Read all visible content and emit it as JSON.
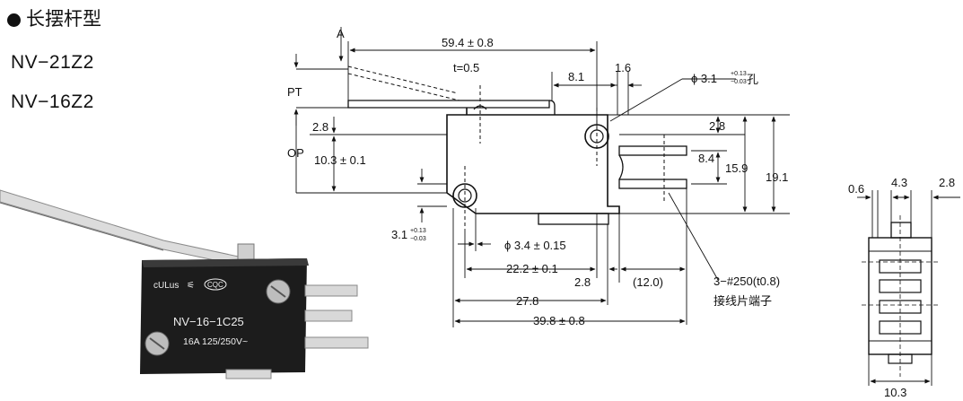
{
  "header": {
    "bullet_icon": "filled-circle-icon",
    "title": "长摆杆型",
    "models": [
      "NV−21Z2",
      "NV−16Z2"
    ]
  },
  "product": {
    "model_text": "NV−16−1C25",
    "rating_text": "16A 125/250V~",
    "cert_ul": "cULus",
    "cert_cqc": "CQC",
    "cert_mark": "CE-mark"
  },
  "dimensions": {
    "direction_label": "A",
    "overall_lever": "59.4 ± 0.8",
    "thickness": "t=0.5",
    "lever_off1": "8.1",
    "lever_off2": "1.6",
    "hole_dia": "ϕ 3.1",
    "hole_tol_upper": "+0.13",
    "hole_tol_lower": "−0.03",
    "hole_suffix": "孔",
    "pt_label": "PT",
    "op_label": "OP",
    "op_value": "10.3 ± 0.1",
    "top_offset_left": "2.8",
    "top_offset_right": "2.8",
    "terminal_spacing": "8.4",
    "height_inner": "15.9",
    "height_outer": "19.1",
    "left_hole_dia": "3.1",
    "left_hole_tol_upper": "+0.13",
    "left_hole_tol_lower": "−0.03",
    "hole_spacing_dia": "ϕ 3.4 ± 0.15",
    "hole_pitch": "22.2 ± 0.1",
    "bottom_offset": "2.8",
    "terminal_length": "(12.0)",
    "body_length": "27.8",
    "total_length": "39.8 ± 0.8",
    "terminal_spec": "3−#250(t0.8)",
    "terminal_name": "接线片端子"
  },
  "side_view": {
    "dim_left": "0.6",
    "dim_mid": "4.3",
    "dim_right": "2.8",
    "width": "10.3"
  }
}
